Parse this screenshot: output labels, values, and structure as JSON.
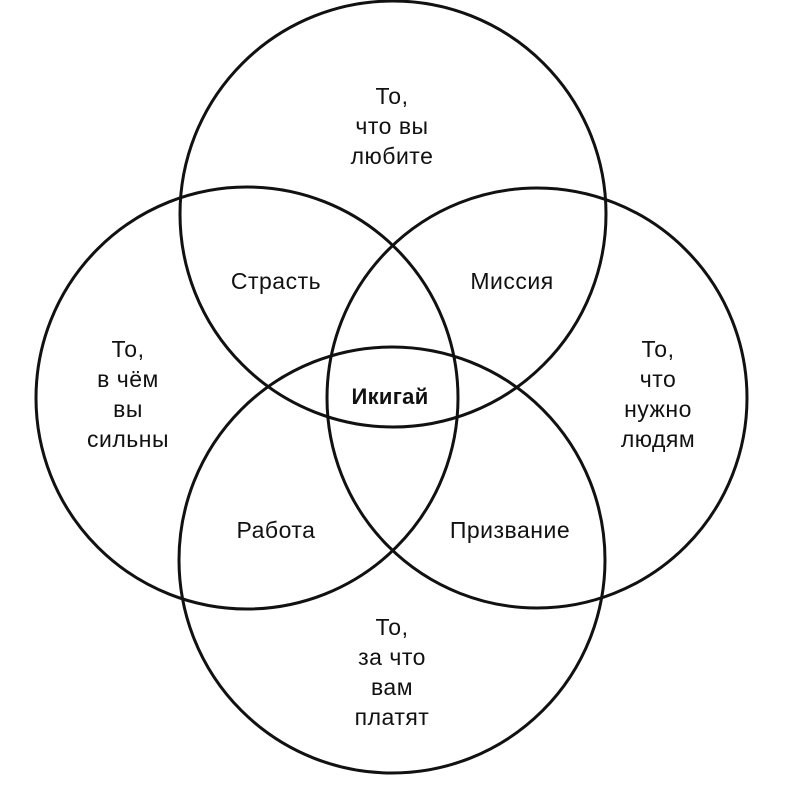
{
  "circles": {
    "top": [
      "То,",
      "что вы",
      "любите"
    ],
    "left": [
      "То,",
      "в чём",
      "вы",
      "сильны"
    ],
    "right": [
      "То,",
      "что",
      "нужно",
      "людям"
    ],
    "bottom": [
      "То,",
      "за что",
      "вам",
      "платят"
    ]
  },
  "overlaps": {
    "top_left": "Страсть",
    "top_right": "Миссия",
    "bottom_left": "Работа",
    "bottom_right": "Призвание"
  },
  "center": "Икигай"
}
